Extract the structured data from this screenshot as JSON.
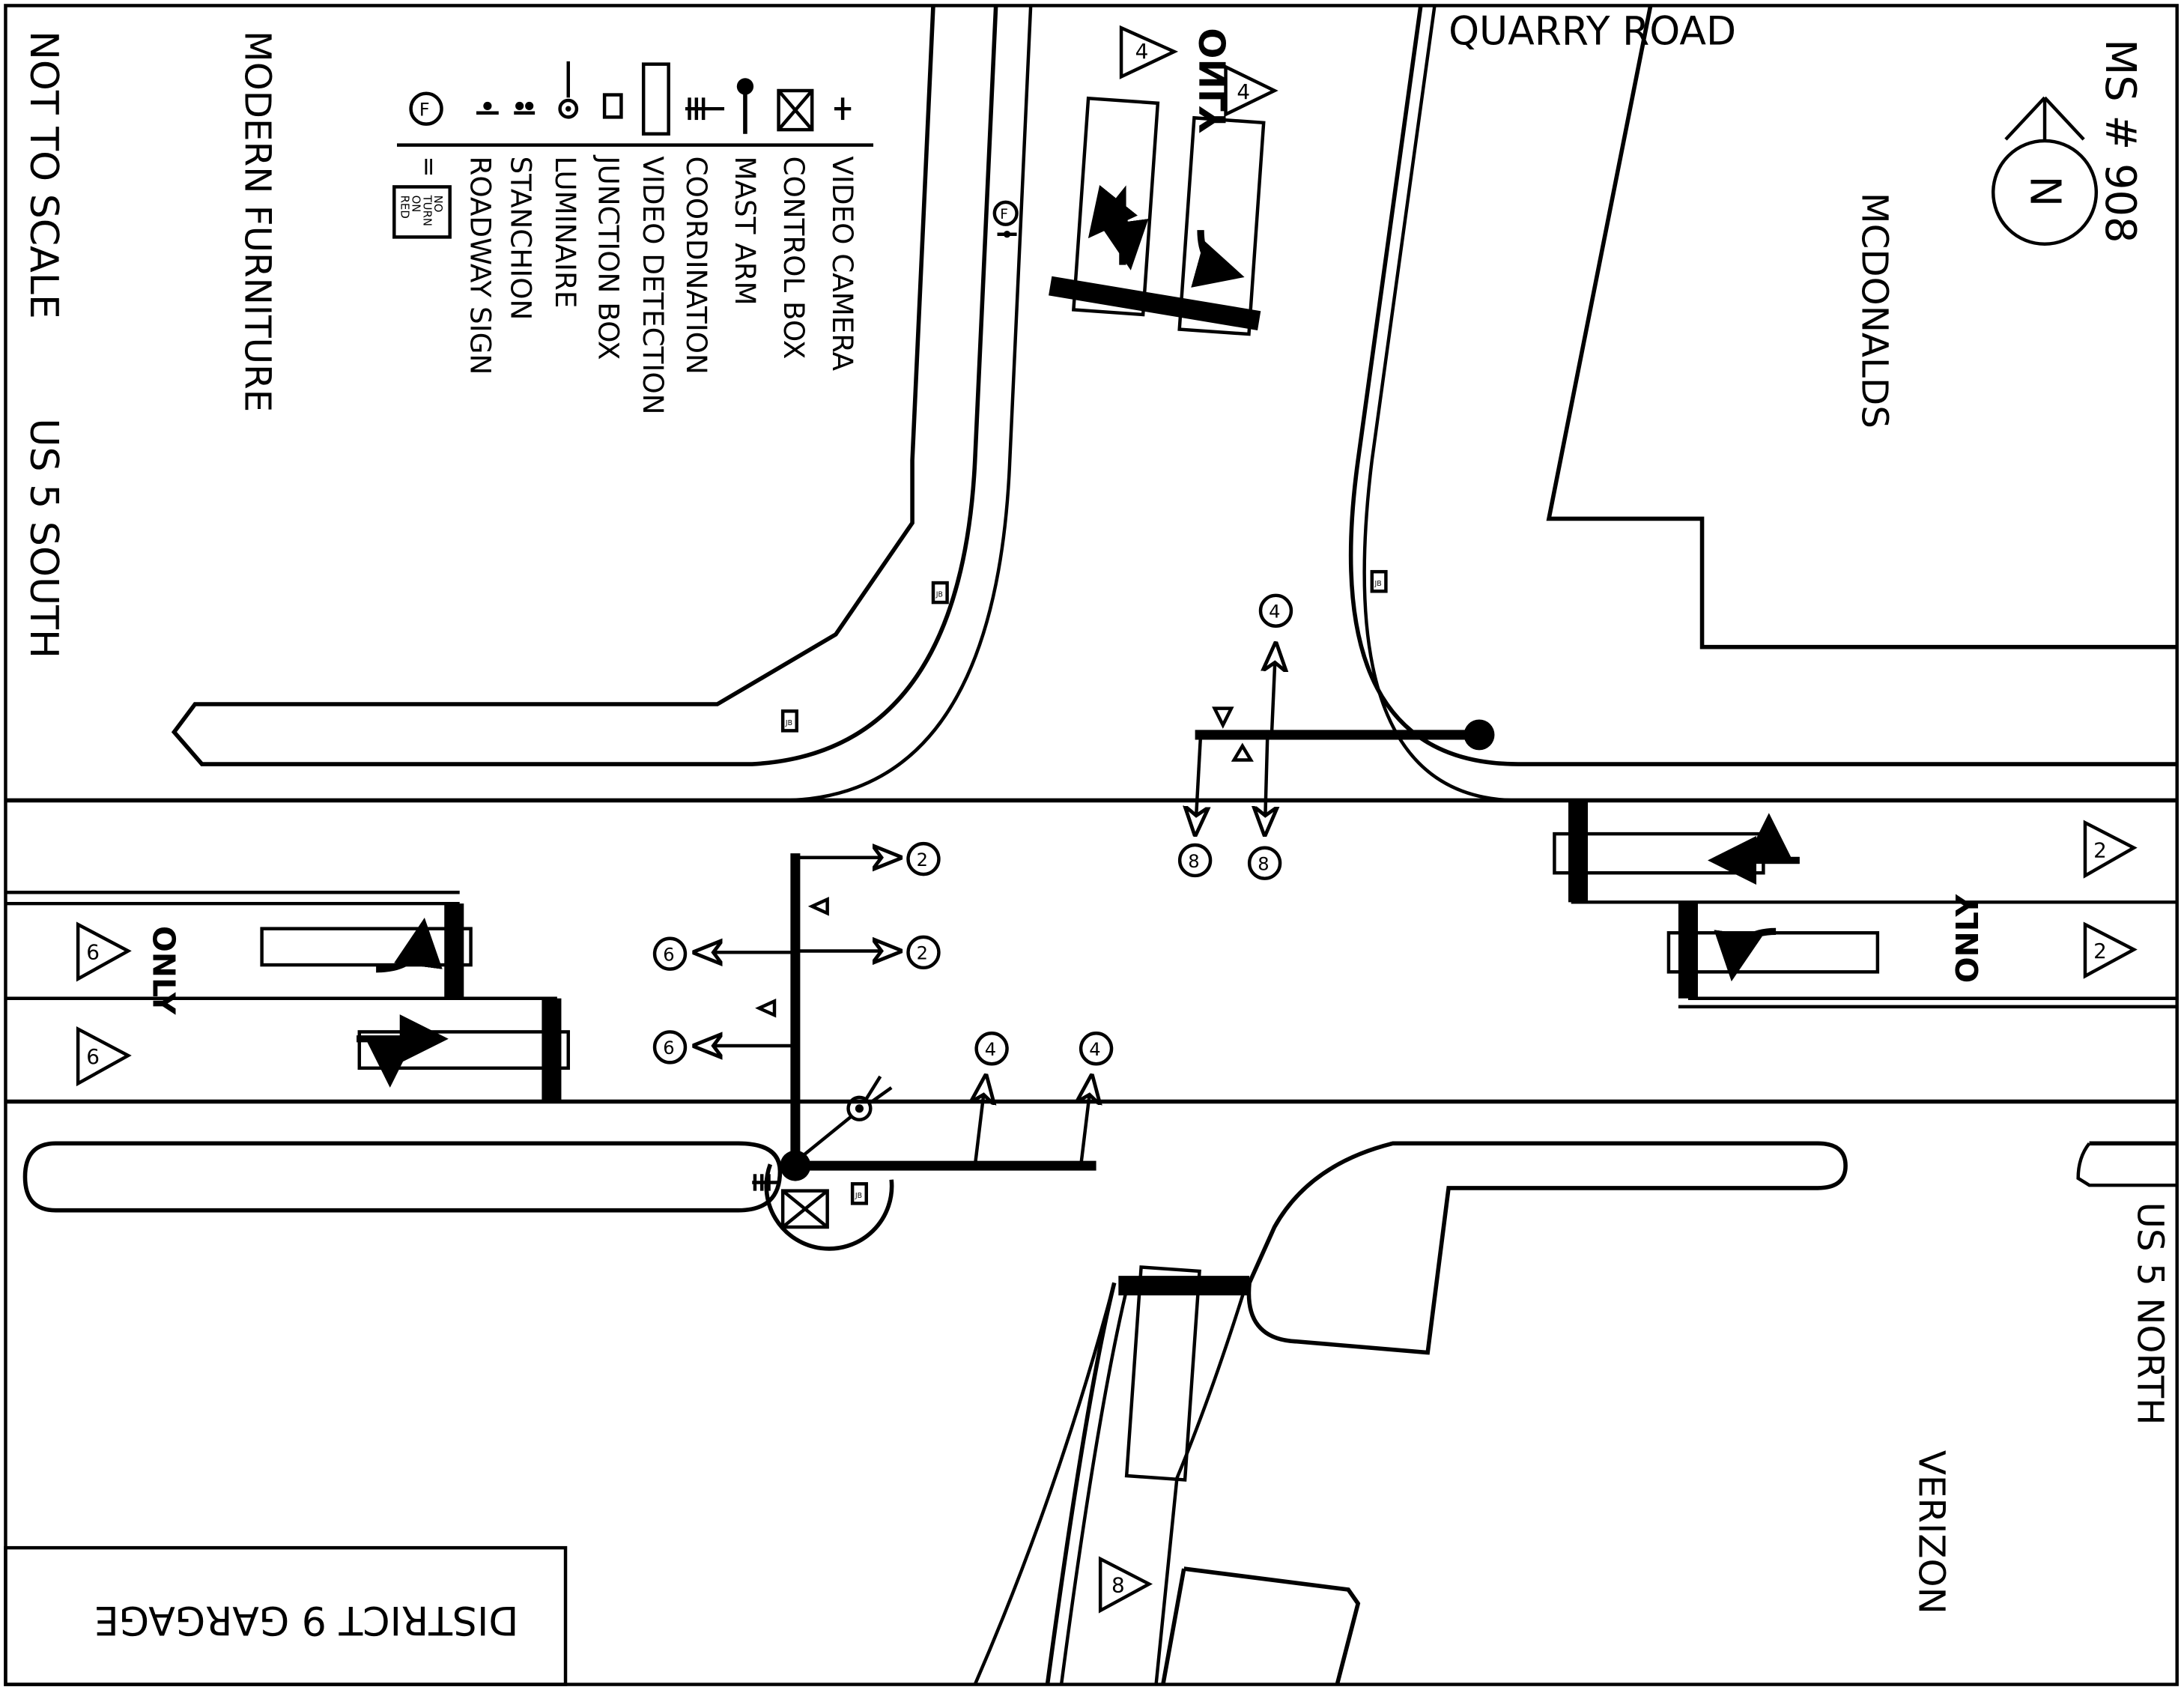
{
  "street_names": {
    "quarry_road": "QUARRY ROAD",
    "us5_north": "US 5 NORTH",
    "us5_south": "US 5 SOUTH"
  },
  "sheet": {
    "ms_number": "MS # 908",
    "not_to_scale": "NOT TO SCALE",
    "north_letter": "N"
  },
  "businesses": {
    "mcdonalds": "MCDONALDS",
    "verizon": "VERIZON",
    "district_garage": "DISTRICT 9 GARGAGE"
  },
  "legend": {
    "title": "MODERN FURNITURE",
    "items": [
      {
        "icon": "video-camera-icon",
        "label": "VIDEO CAMERA"
      },
      {
        "icon": "control-box-icon",
        "label": "CONTROL BOX"
      },
      {
        "icon": "mast-arm-icon",
        "label": "MAST ARM"
      },
      {
        "icon": "coordination-icon",
        "label": "COORDINATION"
      },
      {
        "icon": "video-detection-icon",
        "label": "VIDEO DETECTION"
      },
      {
        "icon": "junction-box-icon",
        "label": "JUNCTION BOX"
      },
      {
        "icon": "luminaire-icon",
        "label": "LUMINAIRE"
      },
      {
        "icon": "stanchion-icon",
        "label": "STANCHION"
      },
      {
        "icon": "roadway-sign-icon",
        "label": "ROADWAY SIGN"
      }
    ],
    "sign_equals": "=",
    "sign_symbol": "F",
    "no_turn_on_red": [
      "NO",
      "TURN",
      "ON",
      "RED"
    ]
  },
  "pavement_text": {
    "only": "ONLY",
    "jb": "JB"
  },
  "phases": {
    "north_approach": "4",
    "east_approach": "2",
    "west_approach": "6",
    "south_approach": "8",
    "heads": [
      "2",
      "2",
      "6",
      "6",
      "4",
      "4",
      "4",
      "8",
      "8"
    ],
    "sign_tag": "F"
  }
}
